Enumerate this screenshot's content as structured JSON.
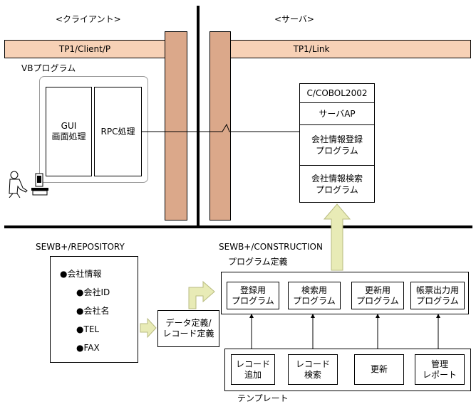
{
  "zones": {
    "client": "<クライアント>",
    "server": "<サーバ>"
  },
  "client": {
    "band_label": "TP1/Client/P",
    "vb_label": "VBプログラム",
    "gui_lines": [
      "GUI",
      "画面処理"
    ],
    "rpc_label": "RPC処理"
  },
  "server": {
    "band_label": "TP1/Link",
    "stack": [
      {
        "lines": [
          "C/COBOL2002"
        ]
      },
      {
        "lines": [
          "サーバAP"
        ]
      },
      {
        "lines": [
          "会社情報登録",
          "プログラム"
        ]
      },
      {
        "lines": [
          "会社情報検索",
          "プログラム"
        ]
      }
    ]
  },
  "repository": {
    "title": "SEWB+/REPOSITORY",
    "root": "会社情報",
    "children": [
      "会社ID",
      "会社名",
      "TEL",
      "FAX"
    ]
  },
  "data_def": {
    "lines": [
      "データ定義/",
      "レコード定義"
    ]
  },
  "construction": {
    "title": "SEWB+/CONSTRUCTION",
    "program_def_label": "プログラム定義",
    "programs": [
      {
        "lines": [
          "登録用",
          "プログラム"
        ]
      },
      {
        "lines": [
          "検索用",
          "プログラム"
        ]
      },
      {
        "lines": [
          "更新用",
          "プログラム"
        ]
      },
      {
        "lines": [
          "帳票出力用",
          "プログラム"
        ]
      }
    ],
    "templates": [
      {
        "lines": [
          "レコード",
          "追加"
        ]
      },
      {
        "lines": [
          "レコード",
          "検索"
        ]
      },
      {
        "lines": [
          "更新"
        ]
      },
      {
        "lines": [
          "管理",
          "レポート"
        ]
      }
    ],
    "template_label": "テンプレート"
  },
  "colors": {
    "band": "#f7d1b6",
    "column": "#dba88a",
    "arrow": "#e8ebb6"
  },
  "icons": {
    "user": "user-at-computer-icon"
  }
}
